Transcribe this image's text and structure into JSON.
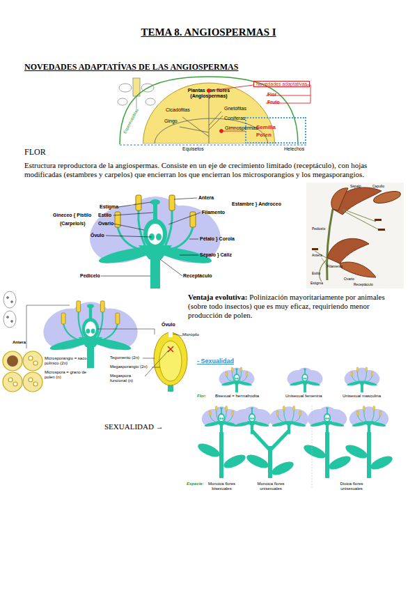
{
  "diagram": {
    "title": "TEMA 8. ANGIOSPERMAS I",
    "nodes": [
      {
        "text": [
          "Plantas con flores (Angiospermas)"
        ]
      },
      {
        "text": [
          "Novedades adaptativas"
        ]
      },
      {
        "text": [
          "Semilla",
          "Polen"
        ]
      }
    ],
    "labels": [
      "NOVEDADES ADAPTATÍVAS DE LAS ANGIOSPERMAS",
      "Espermatófitas",
      "Cicadófitas",
      "Gnetófitas",
      "Gingo",
      "Coníferas",
      "Gimnospermas",
      "Equisetos",
      "Helechos",
      "Flor",
      "Fruto",
      "FLOR",
      "Estructura reproductora de la angiospermas. Consiste en un eje de crecimiento limitado (receptáculo), con hojas modificadas (estambres y carpelos) que encierran los que encierran los microsporangios y los megasporangios.",
      "Antera",
      "Estambre } Androceo",
      "Filamento",
      "Pétalo } Corola",
      "Sépalo } Cáliz",
      "Estigma",
      "Gineceo { Pistilo",
      "Estilo",
      "(Carpelo/s)",
      "Ovario",
      "Óvulo",
      "Pedicelo",
      "Receptáculo",
      "Sépalo",
      "Capullo",
      "Pedicelo",
      "Antera",
      "Filamento",
      "Estilo",
      "Ovario",
      "Estigma",
      "Receptáculo",
      "Antera",
      "Microsporangio = saco polínico (2n)",
      "Microspora = grano de polen (n)",
      "Óvulo",
      "Micrópilo",
      "Tegumento (2n)",
      "Megasporangio (2n)",
      "Megaspora funcional (n)",
      "Ventaja evolutiva:",
      "Polinización mayoritariamente por animales (sobre todo insectos) que es muy eficaz, requiriendo menor producción de polen.",
      "- Sexualidad",
      "Flor:",
      "Bisexual = hermafrodita",
      "Unisexual femenina",
      "Unisexual masculina",
      "SEXUALIDAD →",
      "Especie:",
      "Monoica flores bisexuales",
      "Monoica flores unisexuales",
      "Dioica flores unisexuales"
    ]
  }
}
